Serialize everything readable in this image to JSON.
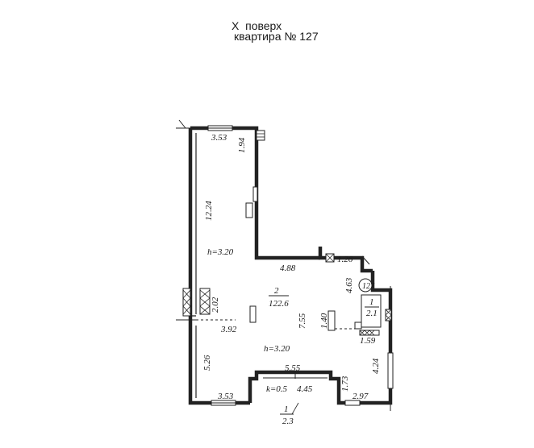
{
  "header": {
    "floor": "X  поверх",
    "apartment": "квартира № 127"
  },
  "plan": {
    "badge": "127",
    "heights": [
      "h=3.20",
      "h=3.20"
    ],
    "main_room": {
      "number": "2",
      "area": "122.6"
    },
    "bathroom": {
      "number": "1",
      "area": "2.1"
    },
    "balcony": {
      "number": "1",
      "area": "2.3",
      "k": "k=0.5"
    },
    "dimensions": {
      "top_left_width": "3.53",
      "top_notch": "1.94",
      "left_upper_height": "12.24",
      "left_window_h": "2.02",
      "mid_step": "4.88",
      "right_step": "1.26",
      "right_notch": "4.63",
      "central_span": "7.55",
      "column_h": "1.40",
      "bath_width": "1.59",
      "left_corridor": "3.92",
      "left_lower_height": "5.26",
      "right_lower_height": "4.24",
      "bottom_left_width": "3.53",
      "balcony_top": "5.55",
      "balcony_inner": "4.45",
      "balcony_right": "1.73",
      "bottom_right_width": "2.97"
    }
  }
}
